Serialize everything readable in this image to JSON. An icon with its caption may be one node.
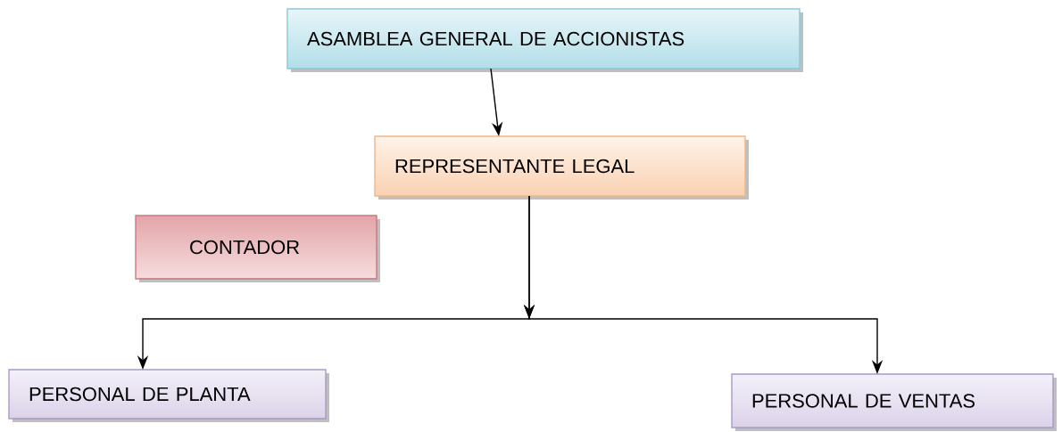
{
  "diagram": {
    "nodes": [
      {
        "text": [
          "ASAMBLEA GENERAL DE ACCIONISTAS"
        ]
      },
      {
        "text": [
          "REPRESENTANTE LEGAL"
        ]
      },
      {
        "text": [
          "CONTADOR"
        ]
      },
      {
        "text": [
          "PERSONAL DE PLANTA"
        ]
      },
      {
        "text": [
          "PERSONAL DE VENTAS"
        ]
      }
    ],
    "edges": [
      {
        "from": 0,
        "to": 1,
        "arrow": "to"
      },
      {
        "from": 1,
        "to": 3,
        "arrow": "to"
      },
      {
        "from": 1,
        "to": 4,
        "arrow": "to"
      }
    ]
  }
}
